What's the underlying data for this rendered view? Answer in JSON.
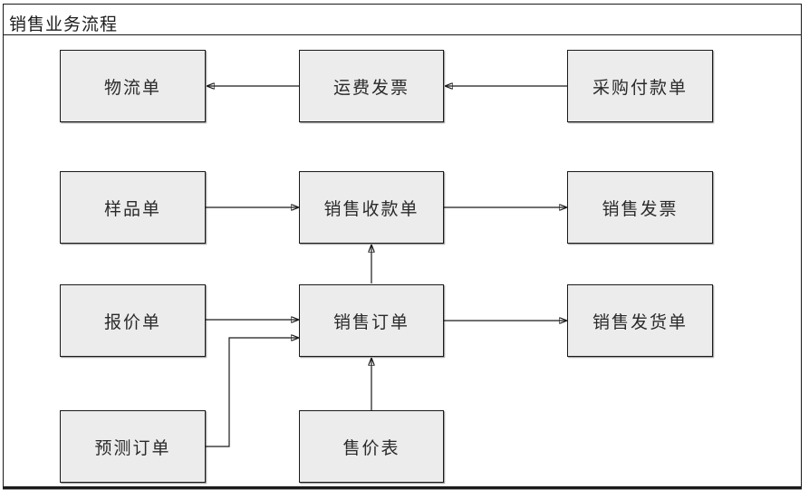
{
  "diagram": {
    "title": "销售业务流程",
    "nodes": [
      {
        "id": "logistics-order",
        "label": "物流单"
      },
      {
        "id": "freight-invoice",
        "label": "运费发票"
      },
      {
        "id": "purchase-payment-order",
        "label": "采购付款单"
      },
      {
        "id": "sample-order",
        "label": "样品单"
      },
      {
        "id": "sales-receipt",
        "label": "销售收款单"
      },
      {
        "id": "sales-invoice",
        "label": "销售发票"
      },
      {
        "id": "quotation",
        "label": "报价单"
      },
      {
        "id": "sales-order",
        "label": "销售订单"
      },
      {
        "id": "sales-delivery-order",
        "label": "销售发货单"
      },
      {
        "id": "forecast-order",
        "label": "预测订单"
      },
      {
        "id": "price-list",
        "label": "售价表"
      }
    ],
    "edges": [
      {
        "from": "freight-invoice",
        "to": "logistics-order"
      },
      {
        "from": "purchase-payment-order",
        "to": "freight-invoice"
      },
      {
        "from": "sample-order",
        "to": "sales-receipt"
      },
      {
        "from": "sales-receipt",
        "to": "sales-invoice"
      },
      {
        "from": "sales-order",
        "to": "sales-receipt"
      },
      {
        "from": "quotation",
        "to": "sales-order"
      },
      {
        "from": "sales-order",
        "to": "sales-delivery-order"
      },
      {
        "from": "forecast-order",
        "to": "sales-order"
      },
      {
        "from": "price-list",
        "to": "sales-order"
      }
    ],
    "colors": {
      "node_fill": "#ececec",
      "node_border": "#1a1a1a",
      "line": "#1a1a1a",
      "background": "#ffffff"
    }
  }
}
